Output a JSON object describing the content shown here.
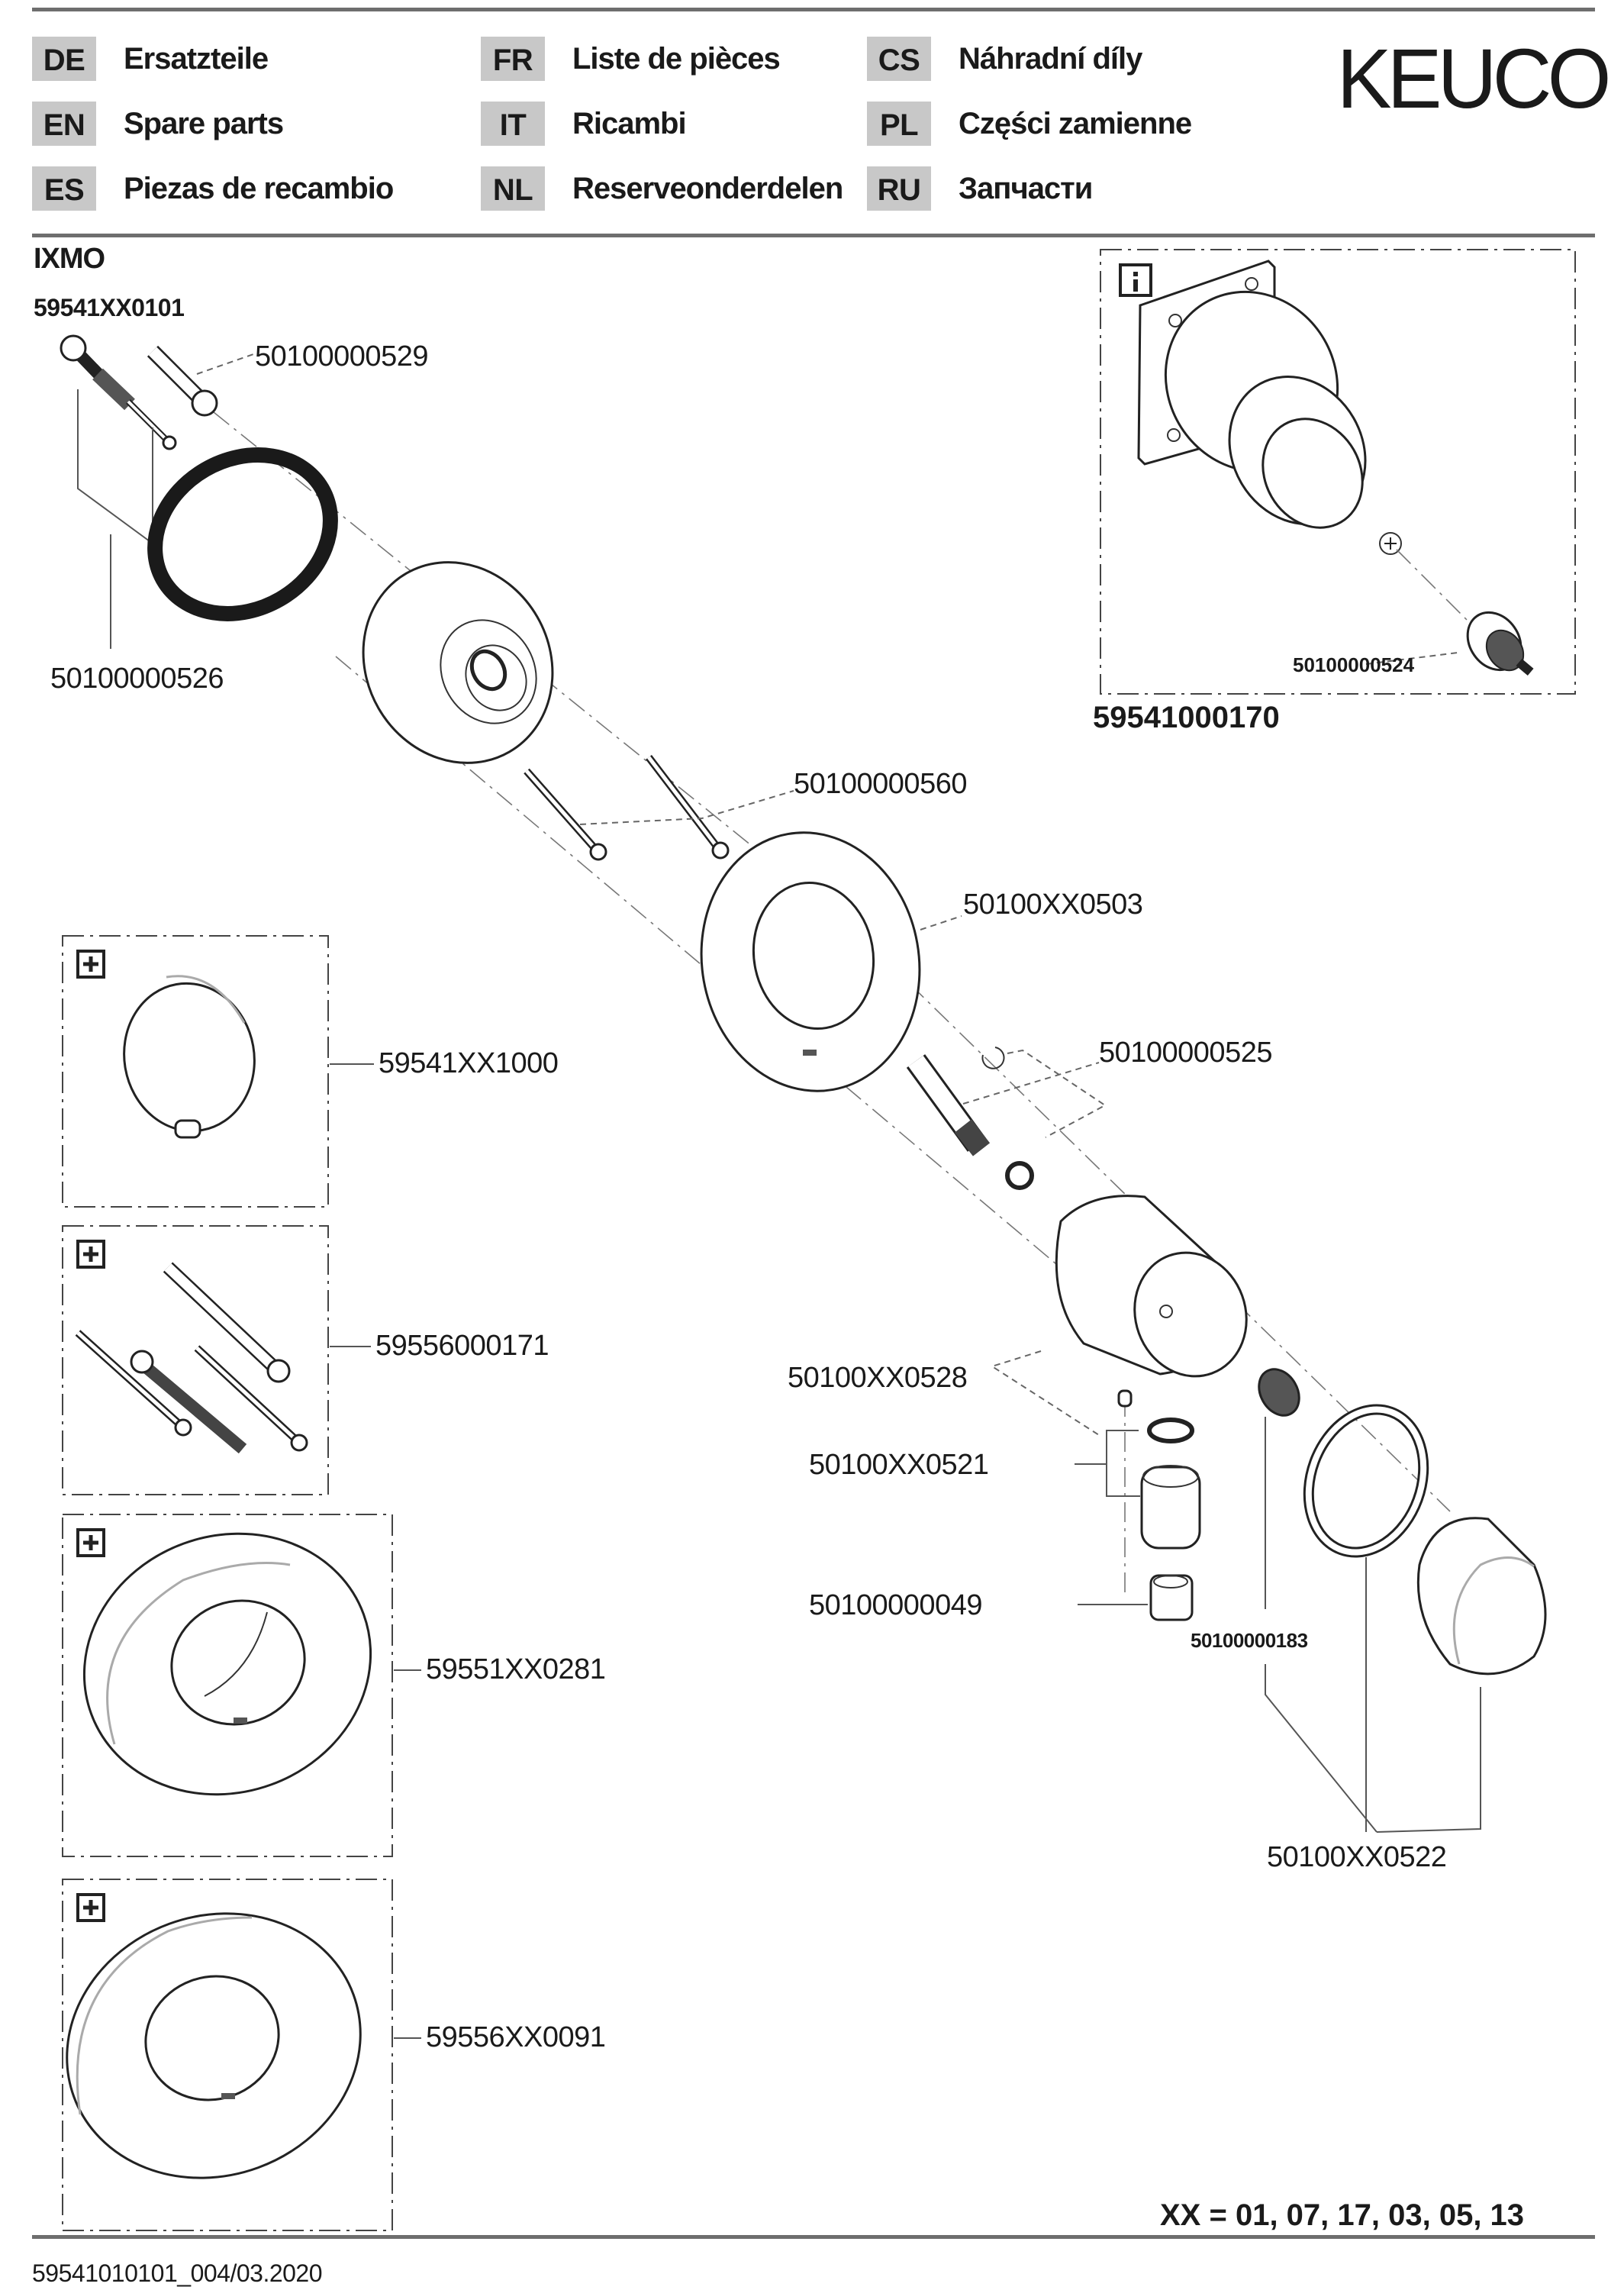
{
  "header": {
    "languages": [
      {
        "code": "DE",
        "label": "Ersatzteile"
      },
      {
        "code": "EN",
        "label": "Spare parts"
      },
      {
        "code": "ES",
        "label": "Piezas de recambio"
      },
      {
        "code": "FR",
        "label": "Liste de pièces"
      },
      {
        "code": "IT",
        "label": "Ricambi"
      },
      {
        "code": "NL",
        "label": "Reserveonderdelen"
      },
      {
        "code": "CS",
        "label": "Náhradní díly"
      },
      {
        "code": "PL",
        "label": "Części zamienne"
      },
      {
        "code": "RU",
        "label": "Запчасти"
      }
    ],
    "logo": "KEUCO"
  },
  "product": {
    "name": "IXMO",
    "code": "59541XX0101"
  },
  "info_box": {
    "icon": "info-icon",
    "code": "59541000170",
    "inner_label": "50100000524"
  },
  "accessory_boxes": [
    {
      "icon": "plus-icon",
      "code": "59541XX1000"
    },
    {
      "icon": "plus-icon",
      "code": "59556000171"
    },
    {
      "icon": "plus-icon",
      "code": "59551XX0281"
    },
    {
      "icon": "plus-icon",
      "code": "59556XX0091"
    }
  ],
  "parts": {
    "p529": "50100000529",
    "p526": "50100000526",
    "p560": "50100000560",
    "p503": "50100XX0503",
    "p525": "50100000525",
    "p528": "50100XX0528",
    "p521": "50100XX0521",
    "p049": "50100000049",
    "p183": "50100000183",
    "p522": "50100XX0522"
  },
  "footer": {
    "variants_key": "XX",
    "variants_values": "= 01, 07, 17, 03, 05, 13",
    "document_id": "59541010101_004/03.2020"
  }
}
